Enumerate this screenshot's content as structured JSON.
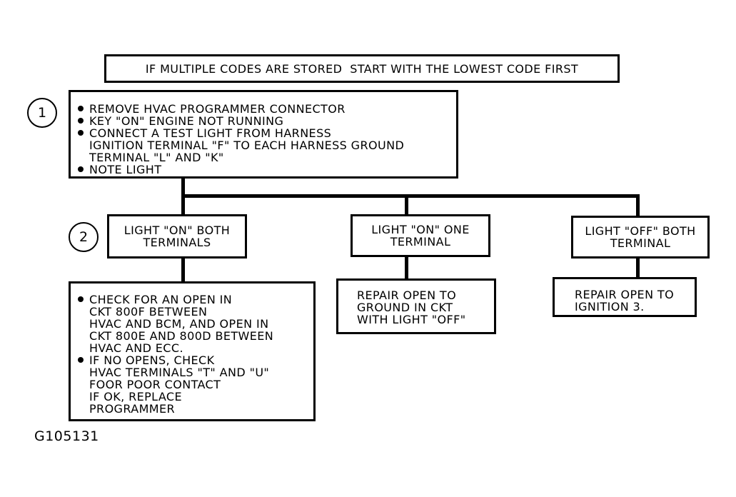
{
  "header_note": "IF MULTIPLE CODES ARE STORED  START WITH THE LOWEST CODE FIRST",
  "step_labels": [
    "1",
    "2"
  ],
  "step1": {
    "bullets": [
      "REMOVE HVAC PROGRAMMER CONNECTOR",
      "KEY \"ON\" ENGINE NOT RUNNING",
      "CONNECT A TEST LIGHT FROM HARNESS\nIGNITION TERMINAL \"F\" TO EACH HARNESS GROUND\nTERMINAL \"L\" AND \"K\"",
      "NOTE LIGHT"
    ]
  },
  "results": [
    "LIGHT \"ON\" BOTH\nTERMINALS",
    "LIGHT \"ON\" ONE\nTERMINAL",
    "LIGHT \"OFF\" BOTH\nTERMINAL"
  ],
  "actions": {
    "left": [
      "CHECK FOR AN OPEN IN\nCKT 800F BETWEEN\nHVAC AND BCM, AND OPEN IN\nCKT 800E AND 800D BETWEEN\nHVAC AND ECC.",
      "IF NO OPENS, CHECK\nHVAC TERMINALS \"T\" AND \"U\"\nFOOR POOR CONTACT\nIF OK, REPLACE\nPROGRAMMER"
    ],
    "middle": "REPAIR OPEN TO\nGROUND IN CKT\nWITH LIGHT \"OFF\"",
    "right": "REPAIR OPEN TO\nIGNITION 3."
  },
  "figure_id": "G105131"
}
